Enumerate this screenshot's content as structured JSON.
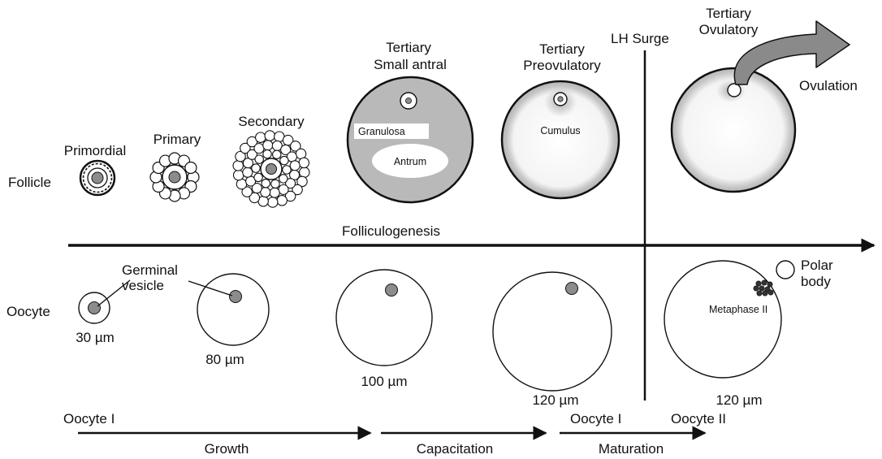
{
  "row_labels": {
    "follicle": "Follicle",
    "oocyte": "Oocyte"
  },
  "follicle_stages": {
    "primordial": "Primordial",
    "primary": "Primary",
    "secondary": "Secondary",
    "small_antral": [
      "Tertiary",
      "Small antral"
    ],
    "preovulatory": [
      "Tertiary",
      "Preovulatory"
    ],
    "ovulatory": [
      "Tertiary",
      "Ovulatory"
    ]
  },
  "follicle_parts": {
    "granulosa": "Granulosa",
    "antrum": "Antrum",
    "cumulus": "Cumulus"
  },
  "events": {
    "lh_surge": "LH Surge",
    "ovulation": "Ovulation"
  },
  "main_axis": "Folliculogenesis",
  "oocyte_labels": {
    "germinal_vesicle": [
      "Germinal",
      "vesicle"
    ],
    "polar_body": [
      "Polar",
      "body"
    ],
    "metaphase": "Metaphase II"
  },
  "oocyte_sizes": [
    "30 µm",
    "80 µm",
    "100 µm",
    "120 µm",
    "120 µm"
  ],
  "oocyte_stages": {
    "oocyte_1_left": "Oocyte I",
    "oocyte_1_right": "Oocyte I",
    "oocyte_2": "Oocyte II"
  },
  "phases": {
    "growth": "Growth",
    "capacitation": "Capacitation",
    "maturation": "Maturation"
  },
  "colors": {
    "ink": "#111111",
    "granulosa_gray": "#b9b9b9",
    "nucleus_gray": "#8c8c8c",
    "arrow_gray": "#8a8a8a"
  }
}
